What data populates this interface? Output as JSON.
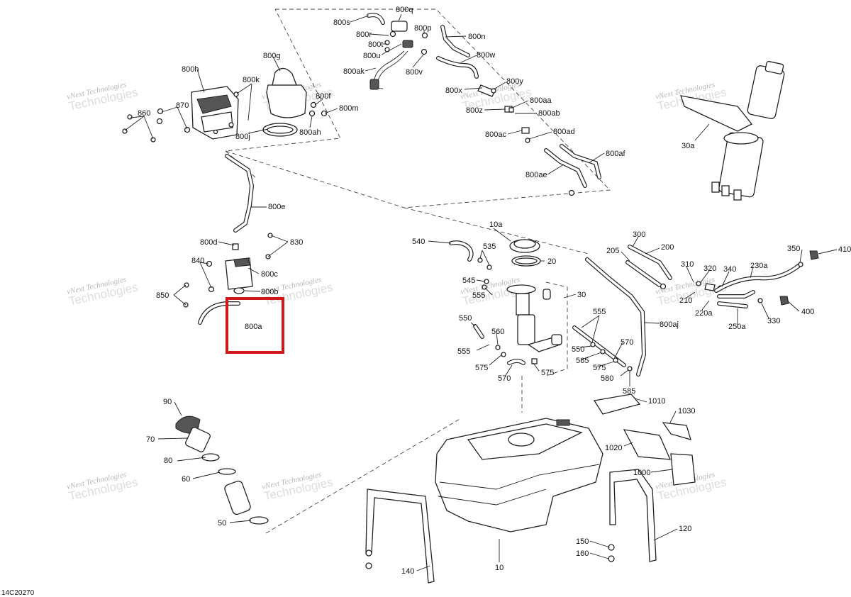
{
  "diagram": {
    "drawing_code": "14C20270",
    "highlight": {
      "part": "800a",
      "color": "#d01818"
    },
    "watermark": {
      "line1": "vNext Technologies",
      "line2": "Technologies"
    },
    "parts": {
      "p800s": "800s",
      "p800q": "800q",
      "p800r": "800r",
      "p800t": "800t",
      "p800u": "800u",
      "p800p": "800p",
      "p800n": "800n",
      "p800w": "800w",
      "p800ak": "800ak",
      "p800v": "800v",
      "p800g": "800g",
      "p800h": "800h",
      "p800k": "800k",
      "p800f": "800f",
      "p800m": "800m",
      "p800j": "800j",
      "p800ah": "800ah",
      "p870": "870",
      "p860": "860",
      "p800x": "800x",
      "p800y": "800y",
      "p800z": "800z",
      "p800aa": "800aa",
      "p800ab": "800ab",
      "p800ac": "800ac",
      "p800ad": "800ad",
      "p800af": "800af",
      "p800ae": "800ae",
      "p30a": "30a",
      "p800e": "800e",
      "p800d": "800d",
      "p830": "830",
      "p840": "840",
      "p800c": "800c",
      "p800b": "800b",
      "p850": "850",
      "p800a": "800a",
      "p10a": "10a",
      "p540": "540",
      "p535": "535",
      "p20": "20",
      "p545": "545",
      "p555a": "555",
      "p30": "30",
      "p550a": "550",
      "p560": "560",
      "p555b": "555",
      "p575a": "575",
      "p570a": "570",
      "p575b": "575",
      "p555c": "555",
      "p550b": "550",
      "p565": "565",
      "p570b": "570",
      "p575c": "575",
      "p580": "580",
      "p585": "585",
      "p800aj": "800aj",
      "p300": "300",
      "p205": "205",
      "p200": "200",
      "p310": "310",
      "p320": "320",
      "p340": "340",
      "p230a": "230a",
      "p350": "350",
      "p410": "410",
      "p210": "210",
      "p220a": "220a",
      "p250a": "250a",
      "p330": "330",
      "p400": "400",
      "p90": "90",
      "p70": "70",
      "p80": "80",
      "p60": "60",
      "p50": "50",
      "p1010": "1010",
      "p1030": "1030",
      "p1020": "1020",
      "p1000": "1000",
      "p120": "120",
      "p150": "150",
      "p160": "160",
      "p140": "140",
      "p10": "10"
    }
  }
}
